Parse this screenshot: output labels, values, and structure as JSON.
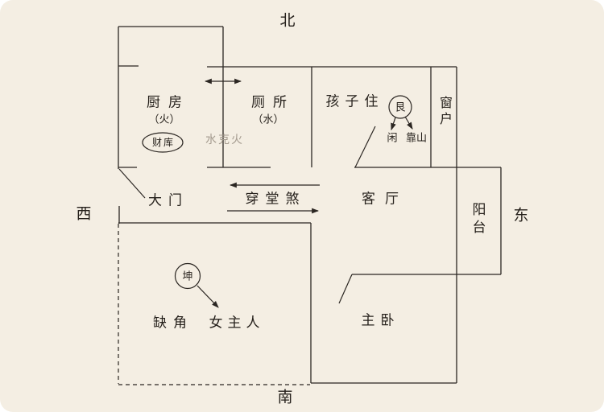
{
  "compass": {
    "north": "北",
    "west": "西",
    "east": "东",
    "south": "南"
  },
  "rooms": {
    "kitchen": {
      "label": "厨房",
      "element": "（火）",
      "badge": "财库"
    },
    "toilet": {
      "label": "厕所",
      "element": "（水）"
    },
    "children_room": {
      "label": "孩子住",
      "trigram": "艮",
      "note_idle": "闲",
      "note_backing": "靠山"
    },
    "window": {
      "label": "窗户"
    },
    "living_room": {
      "label": "客厅"
    },
    "balcony": {
      "label": "阳台"
    },
    "master_bedroom": {
      "label": "主卧"
    },
    "main_door": {
      "label": "大门"
    },
    "missing_corner": {
      "label": "缺角",
      "trigram": "坤",
      "person": "女主人"
    }
  },
  "annotations": {
    "water_overcomes_fire": "水克火",
    "through_hall_sha": "穿堂煞"
  },
  "colors": {
    "background": "#f4eee3",
    "line": "#2b2622",
    "text": "#26211c",
    "muted_text": "#a49b8f"
  }
}
